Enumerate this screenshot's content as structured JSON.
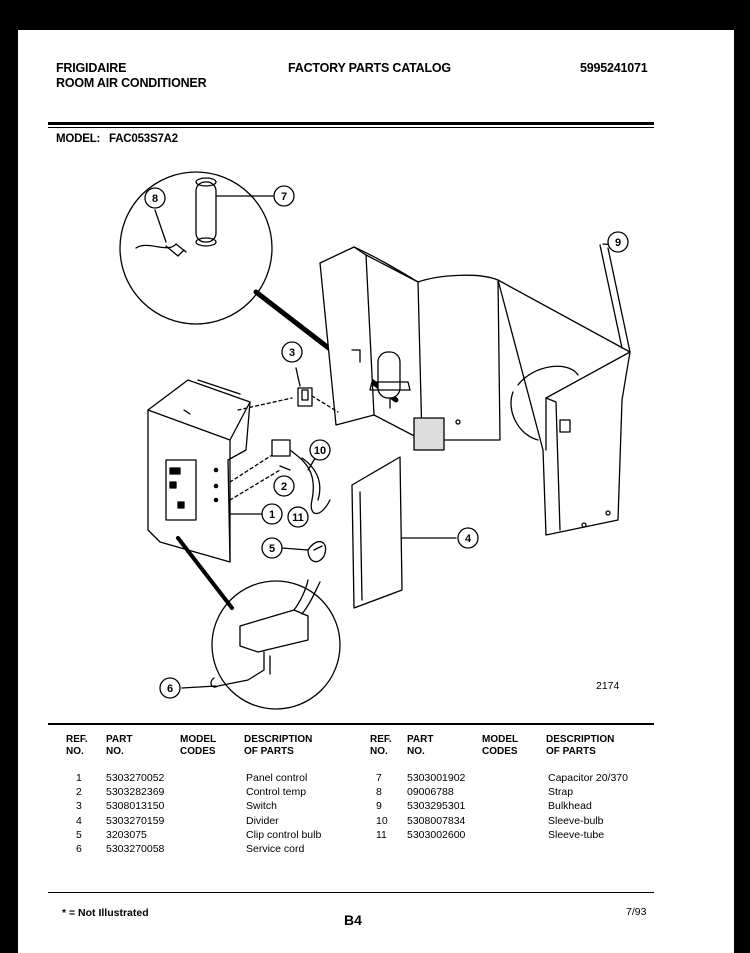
{
  "header": {
    "brand": "FRIGIDAIRE",
    "product": "ROOM AIR CONDITIONER",
    "catalog": "FACTORY PARTS CATALOG",
    "catalog_no": "5995241071"
  },
  "model": {
    "label": "MODEL:",
    "value": "FAC053S7A2"
  },
  "diagram": {
    "callouts": [
      "1",
      "2",
      "3",
      "4",
      "5",
      "6",
      "7",
      "8",
      "9",
      "10",
      "11"
    ],
    "figure_no": "2174"
  },
  "table": {
    "headers": {
      "ref": "REF.\nNO.",
      "part": "PART\nNO.",
      "model": "MODEL\nCODES",
      "desc": "DESCRIPTION\nOF PARTS"
    },
    "left": [
      {
        "ref": "1",
        "part": "5303270052",
        "desc": "Panel control"
      },
      {
        "ref": "2",
        "part": "5303282369",
        "desc": "Control temp"
      },
      {
        "ref": "3",
        "part": "5308013150",
        "desc": "Switch"
      },
      {
        "ref": "4",
        "part": "5303270159",
        "desc": "Divider"
      },
      {
        "ref": "5",
        "part": "3203075",
        "desc": "Clip control bulb"
      },
      {
        "ref": "6",
        "part": "5303270058",
        "desc": "Service cord"
      }
    ],
    "right": [
      {
        "ref": "7",
        "part": "5303001902",
        "desc": "Capacitor 20/370"
      },
      {
        "ref": "8",
        "part": "09006788",
        "desc": "Strap"
      },
      {
        "ref": "9",
        "part": "5303295301",
        "desc": "Bulkhead"
      },
      {
        "ref": "10",
        "part": "5308007834",
        "desc": "Sleeve-bulb"
      },
      {
        "ref": "11",
        "part": "5303002600",
        "desc": "Sleeve-tube"
      }
    ]
  },
  "footer": {
    "note": "* = Not Illustrated",
    "page": "B4",
    "date": "7/93"
  }
}
